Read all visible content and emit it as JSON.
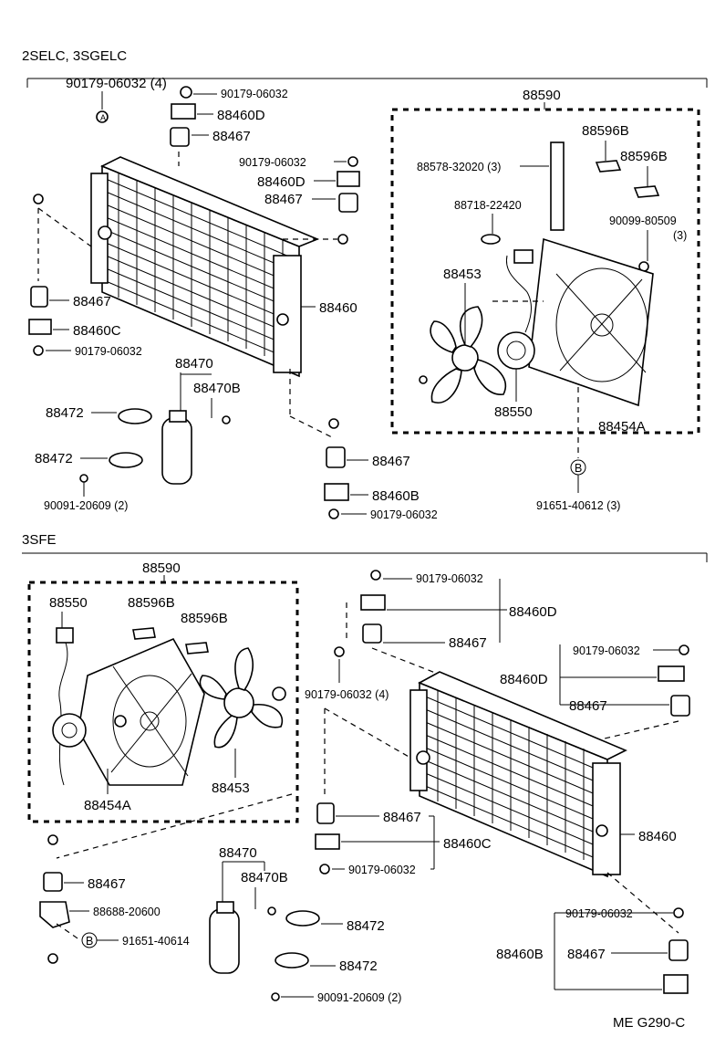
{
  "section_top": "2SELC, 3SGELC",
  "section_bottom": "3SFE",
  "footer": "ME  G290-C",
  "top": {
    "l_90179_4": "90179-06032 (4)",
    "l_90179_a": "90179-06032",
    "l_88460D_a": "88460D",
    "l_88467_a": "88467",
    "l_90179_b": "90179-06032",
    "l_88460D_b": "88460D",
    "l_88467_b": "88467",
    "l_88467_c": "88467",
    "l_88460C": "88460C",
    "l_90179_c": "90179-06032",
    "l_88460": "88460",
    "l_88470": "88470",
    "l_88470B": "88470B",
    "l_88472_a": "88472",
    "l_88472_b": "88472",
    "l_90091": "90091-20609 (2)",
    "l_88467_d": "88467",
    "l_88460B": "88460B",
    "l_90179_d": "90179-06032",
    "l_88590": "88590",
    "l_88596B_a": "88596B",
    "l_88596B_b": "88596B",
    "l_88578": "88578-32020 (3)",
    "l_88718": "88718-22420",
    "l_90099": "90099-80509",
    "l_90099_q": "(3)",
    "l_88453": "88453",
    "l_88550": "88550",
    "l_88454A": "88454A",
    "l_91651": "91651-40612 (3)",
    "mark_b": "B",
    "mark_a": "A"
  },
  "bottom": {
    "l_88590": "88590",
    "l_88550": "88550",
    "l_88596B_a": "88596B",
    "l_88596B_b": "88596B",
    "l_88453": "88453",
    "l_88454A": "88454A",
    "l_88467_a": "88467",
    "l_88688": "88688-20600",
    "l_91651": "91651-40614",
    "mark_b": "B",
    "l_88470": "88470",
    "l_88470B": "88470B",
    "l_88472_a": "88472",
    "l_88472_b": "88472",
    "l_90091": "90091-20609 (2)",
    "l_90179_a": "90179-06032",
    "l_88460D_a": "88460D",
    "l_88467_b": "88467",
    "l_90179_4": "90179-06032 (4)",
    "l_90179_b": "90179-06032",
    "l_88460D_b": "88460D",
    "l_88467_c": "88467",
    "l_88467_d": "88467",
    "l_88460C": "88460C",
    "l_90179_c": "90179-06032",
    "l_88460": "88460",
    "l_90179_d": "90179-06032",
    "l_88460B": "88460B",
    "l_88467_e": "88467"
  }
}
